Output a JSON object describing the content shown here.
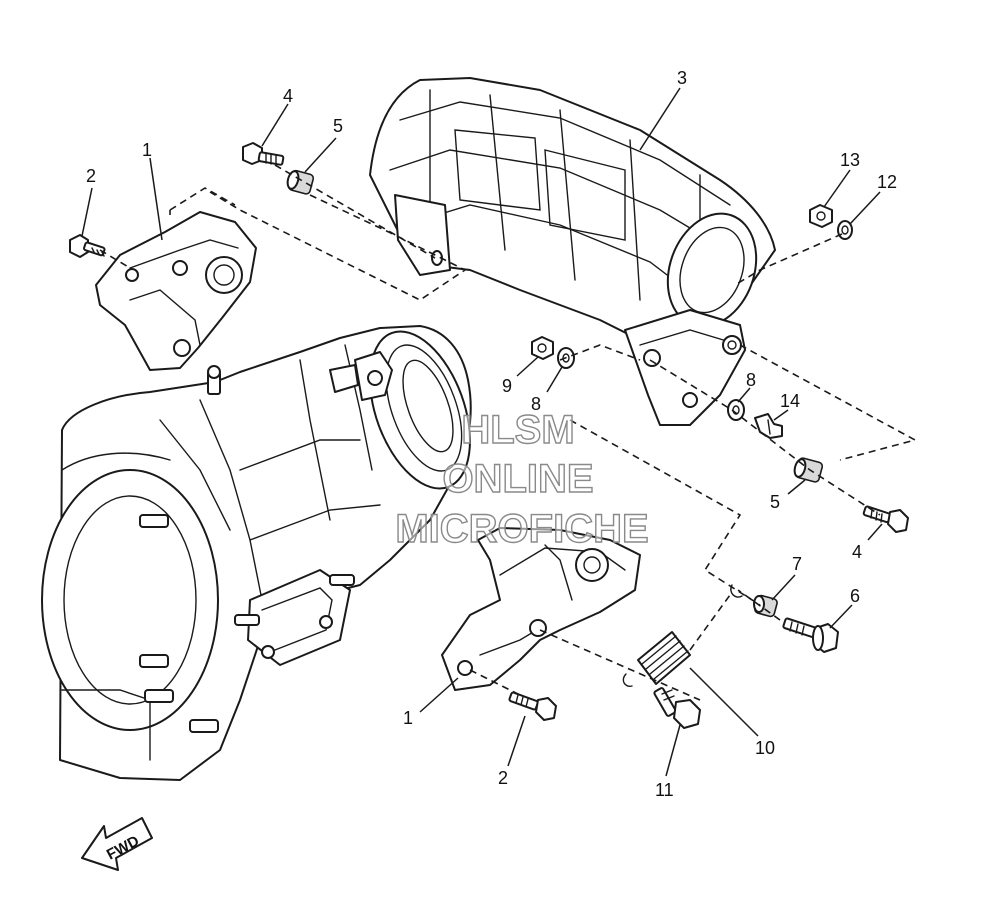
{
  "callouts": [
    {
      "id": "c2a",
      "label": "2"
    },
    {
      "id": "c1a",
      "label": "1"
    },
    {
      "id": "c4a",
      "label": "4"
    },
    {
      "id": "c5a",
      "label": "5"
    },
    {
      "id": "c3",
      "label": "3"
    },
    {
      "id": "c13",
      "label": "13"
    },
    {
      "id": "c12",
      "label": "12"
    },
    {
      "id": "c9",
      "label": "9"
    },
    {
      "id": "c8a",
      "label": "8"
    },
    {
      "id": "c8b",
      "label": "8"
    },
    {
      "id": "c14",
      "label": "14"
    },
    {
      "id": "c5b",
      "label": "5"
    },
    {
      "id": "c4b",
      "label": "4"
    },
    {
      "id": "c7",
      "label": "7"
    },
    {
      "id": "c6",
      "label": "6"
    },
    {
      "id": "c1b",
      "label": "1"
    },
    {
      "id": "c2b",
      "label": "2"
    },
    {
      "id": "c10",
      "label": "10"
    },
    {
      "id": "c11",
      "label": "11"
    }
  ],
  "direction_label": "FWD",
  "watermark": {
    "line1": "HLSM",
    "line2": "ONLINE",
    "line3": "MICROFICHE"
  },
  "icons": {
    "direction": "forward-arrow-icon"
  }
}
